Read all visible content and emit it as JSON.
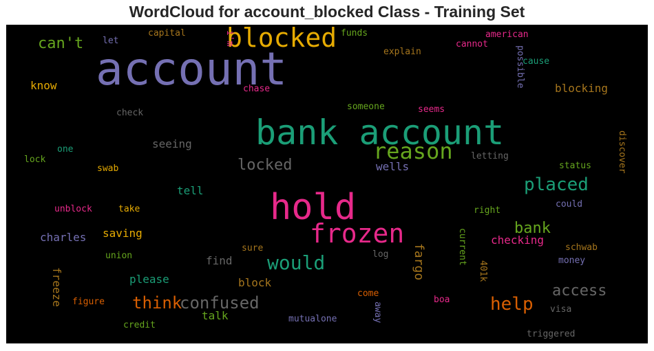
{
  "chart_data": {
    "type": "wordcloud",
    "title": "WordCloud for account_blocked Class - Training Set",
    "background": "#000000",
    "colors": {
      "purple": "#7570b3",
      "green": "#1b9e77",
      "pink": "#e7298a",
      "orange": "#d95f02",
      "gold": "#e6ab02",
      "lime": "#66a61e",
      "brown": "#a6761d",
      "grey": "#666666"
    },
    "words": [
      {
        "text": "account",
        "color": "#7570b3",
        "orientation": "horizontal"
      },
      {
        "text": "bank account",
        "color": "#1b9e77",
        "orientation": "horizontal"
      },
      {
        "text": "hold",
        "color": "#e7298a",
        "orientation": "horizontal"
      },
      {
        "text": "frozen",
        "color": "#e7298a",
        "orientation": "horizontal"
      },
      {
        "text": "blocked",
        "color": "#e6ab02",
        "orientation": "horizontal"
      },
      {
        "text": "reason",
        "color": "#66a61e",
        "orientation": "horizontal"
      },
      {
        "text": "placed",
        "color": "#1b9e77",
        "orientation": "horizontal"
      },
      {
        "text": "would",
        "color": "#1b9e77",
        "orientation": "horizontal"
      },
      {
        "text": "help",
        "color": "#d95f02",
        "orientation": "horizontal"
      },
      {
        "text": "confused",
        "color": "#666666",
        "orientation": "horizontal"
      },
      {
        "text": "think",
        "color": "#d95f02",
        "orientation": "horizontal"
      },
      {
        "text": "access",
        "color": "#666666",
        "orientation": "horizontal"
      },
      {
        "text": "locked",
        "color": "#666666",
        "orientation": "horizontal"
      },
      {
        "text": "can't",
        "color": "#66a61e",
        "orientation": "horizontal"
      },
      {
        "text": "bank",
        "color": "#66a61e",
        "orientation": "horizontal"
      },
      {
        "text": "fargo",
        "color": "#a6761d",
        "orientation": "vertical"
      },
      {
        "text": "wells",
        "color": "#7570b3",
        "orientation": "horizontal"
      },
      {
        "text": "blocking",
        "color": "#a6761d",
        "orientation": "horizontal"
      },
      {
        "text": "checking",
        "color": "#e7298a",
        "orientation": "horizontal"
      },
      {
        "text": "seeing",
        "color": "#666666",
        "orientation": "horizontal"
      },
      {
        "text": "charles",
        "color": "#7570b3",
        "orientation": "horizontal"
      },
      {
        "text": "saving",
        "color": "#e6ab02",
        "orientation": "horizontal"
      },
      {
        "text": "know",
        "color": "#e6ab02",
        "orientation": "horizontal"
      },
      {
        "text": "tell",
        "color": "#1b9e77",
        "orientation": "horizontal"
      },
      {
        "text": "find",
        "color": "#666666",
        "orientation": "horizontal"
      },
      {
        "text": "please",
        "color": "#1b9e77",
        "orientation": "horizontal"
      },
      {
        "text": "block",
        "color": "#a6761d",
        "orientation": "horizontal"
      },
      {
        "text": "talk",
        "color": "#66a61e",
        "orientation": "horizontal"
      },
      {
        "text": "freeze",
        "color": "#a6761d",
        "orientation": "vertical"
      },
      {
        "text": "possible",
        "color": "#7570b3",
        "orientation": "vertical"
      },
      {
        "text": "discover",
        "color": "#a6761d",
        "orientation": "vertical"
      },
      {
        "text": "current",
        "color": "#66a61e",
        "orientation": "vertical"
      },
      {
        "text": "401k",
        "color": "#a6761d",
        "orientation": "vertical"
      },
      {
        "text": "away",
        "color": "#7570b3",
        "orientation": "vertical"
      },
      {
        "text": "i'm",
        "color": "#e7298a",
        "orientation": "vertical"
      },
      {
        "text": "capital",
        "color": "#a6761d",
        "orientation": "horizontal"
      },
      {
        "text": "funds",
        "color": "#66a61e",
        "orientation": "horizontal"
      },
      {
        "text": "american",
        "color": "#e7298a",
        "orientation": "horizontal"
      },
      {
        "text": "cannot",
        "color": "#e7298a",
        "orientation": "horizontal"
      },
      {
        "text": "let",
        "color": "#7570b3",
        "orientation": "horizontal"
      },
      {
        "text": "explain",
        "color": "#a6761d",
        "orientation": "horizontal"
      },
      {
        "text": "cause",
        "color": "#1b9e77",
        "orientation": "horizontal"
      },
      {
        "text": "chase",
        "color": "#e7298a",
        "orientation": "horizontal"
      },
      {
        "text": "check",
        "color": "#666666",
        "orientation": "horizontal"
      },
      {
        "text": "someone",
        "color": "#66a61e",
        "orientation": "horizontal"
      },
      {
        "text": "seems",
        "color": "#e7298a",
        "orientation": "horizontal"
      },
      {
        "text": "one",
        "color": "#1b9e77",
        "orientation": "horizontal"
      },
      {
        "text": "lock",
        "color": "#66a61e",
        "orientation": "horizontal"
      },
      {
        "text": "swab",
        "color": "#e6ab02",
        "orientation": "horizontal"
      },
      {
        "text": "letting",
        "color": "#666666",
        "orientation": "horizontal"
      },
      {
        "text": "status",
        "color": "#66a61e",
        "orientation": "horizontal"
      },
      {
        "text": "unblock",
        "color": "#e7298a",
        "orientation": "horizontal"
      },
      {
        "text": "take",
        "color": "#e6ab02",
        "orientation": "horizontal"
      },
      {
        "text": "right",
        "color": "#66a61e",
        "orientation": "horizontal"
      },
      {
        "text": "could",
        "color": "#7570b3",
        "orientation": "horizontal"
      },
      {
        "text": "sure",
        "color": "#a6761d",
        "orientation": "horizontal"
      },
      {
        "text": "union",
        "color": "#66a61e",
        "orientation": "horizontal"
      },
      {
        "text": "log",
        "color": "#666666",
        "orientation": "horizontal"
      },
      {
        "text": "schwab",
        "color": "#a6761d",
        "orientation": "horizontal"
      },
      {
        "text": "money",
        "color": "#7570b3",
        "orientation": "horizontal"
      },
      {
        "text": "come",
        "color": "#d95f02",
        "orientation": "horizontal"
      },
      {
        "text": "figure",
        "color": "#d95f02",
        "orientation": "horizontal"
      },
      {
        "text": "boa",
        "color": "#e7298a",
        "orientation": "horizontal"
      },
      {
        "text": "visa",
        "color": "#666666",
        "orientation": "horizontal"
      },
      {
        "text": "credit",
        "color": "#66a61e",
        "orientation": "horizontal"
      },
      {
        "text": "mutualone",
        "color": "#7570b3",
        "orientation": "horizontal"
      },
      {
        "text": "triggered",
        "color": "#666666",
        "orientation": "horizontal"
      }
    ]
  }
}
